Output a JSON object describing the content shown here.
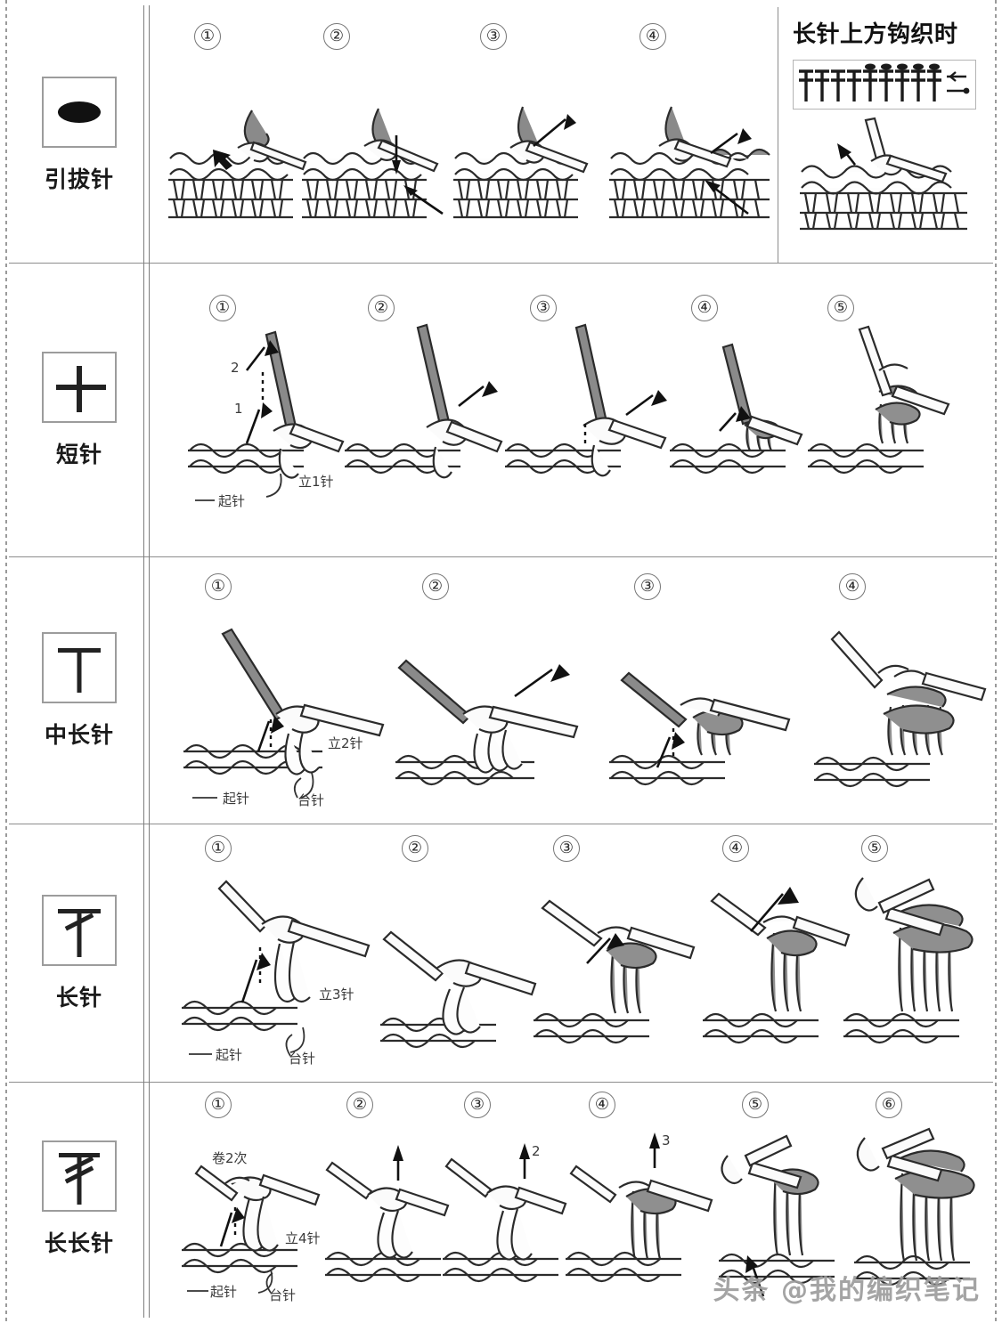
{
  "title_note": "crochet basic stitch technique chart",
  "watermark": "头条 @我的编织笔记",
  "info_panel": {
    "title": "长针上方钩织时",
    "chart_symbol_count": 9,
    "chart_dotted_count": 5
  },
  "annotations": {
    "foundation": "起针",
    "base_stitch": "台针",
    "turn1": "立1针",
    "turn2": "立2针",
    "turn3": "立3针",
    "turn4": "立4针",
    "wrap2": "卷2次",
    "num1": "1",
    "num2": "2",
    "num3": "3"
  },
  "rows": [
    {
      "id": "slip-stitch",
      "name": "引拔针",
      "symbol": "oval",
      "steps": [
        "①",
        "②",
        "③",
        "④"
      ],
      "step_x": [
        45,
        190,
        370,
        545
      ],
      "fig_x": [
        10,
        160,
        330,
        505
      ],
      "has_info_panel": true
    },
    {
      "id": "single-crochet",
      "name": "短针",
      "symbol": "plus",
      "steps": [
        "①",
        "②",
        "③",
        "④",
        "⑤"
      ],
      "step_x": [
        62,
        238,
        412,
        604,
        756
      ],
      "fig_x": [
        30,
        210,
        390,
        575,
        730
      ],
      "has_info_panel": false
    },
    {
      "id": "half-double-crochet",
      "name": "中长针",
      "symbol": "T",
      "steps": [
        "①",
        "②",
        "③",
        "④"
      ],
      "step_x": [
        62,
        300,
        540,
        772
      ],
      "fig_x": [
        25,
        265,
        505,
        735
      ],
      "has_info_panel": false
    },
    {
      "id": "double-crochet",
      "name": "长针",
      "symbol": "T-slash",
      "steps": [
        "①",
        "②",
        "③",
        "④",
        "⑤"
      ],
      "step_x": [
        62,
        280,
        450,
        640,
        800
      ],
      "fig_x": [
        25,
        248,
        420,
        610,
        768
      ],
      "has_info_panel": false
    },
    {
      "id": "treble-crochet",
      "name": "长长针",
      "symbol": "T-double-slash",
      "steps": [
        "①",
        "②",
        "③",
        "④",
        "⑤",
        "⑥"
      ],
      "step_x": [
        62,
        218,
        350,
        490,
        660,
        810
      ],
      "fig_x": [
        25,
        188,
        320,
        458,
        630,
        782
      ],
      "has_info_panel": false
    }
  ]
}
